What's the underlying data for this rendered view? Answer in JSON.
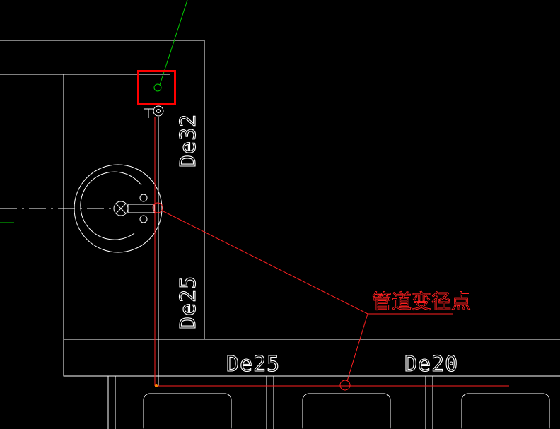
{
  "drawing": {
    "background_color": "#000000",
    "line_color": "#ffffff",
    "pipe_color": "#ff2020",
    "leader_color": "#00cc00",
    "highlight_color": "#ff0000"
  },
  "labels": {
    "riser_size_upper": "De32",
    "riser_size_lower": "De25",
    "main_size_left": "De25",
    "main_size_right": "De20",
    "reducer_note": "管道变径点"
  }
}
